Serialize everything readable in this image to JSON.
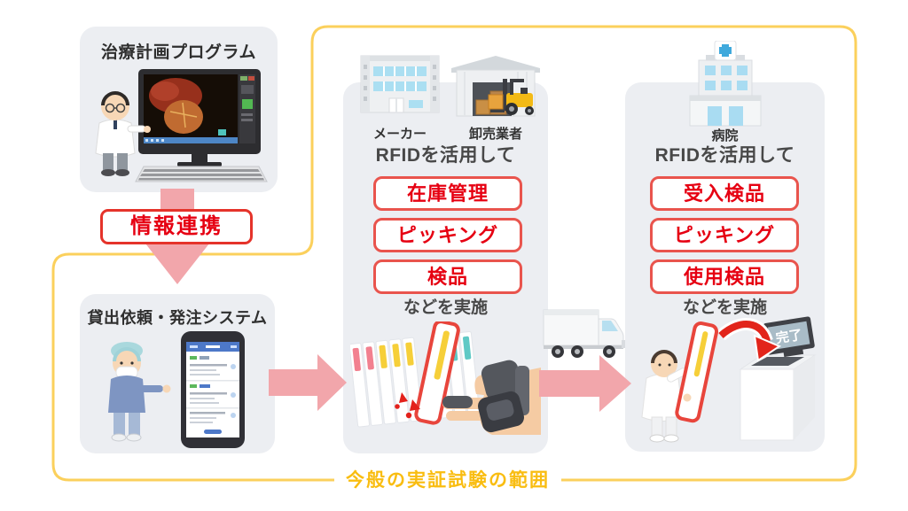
{
  "colors": {
    "accent_red": "#E60012",
    "task_border_red": "#E9544D",
    "info_border_red": "#E5332A",
    "arrow_pink": "#F2A6AB",
    "scope_border_yellow": "#FBD05C",
    "scope_text_yellow": "#F9BD11",
    "panel_gray": "#ECEEF2",
    "stripe_pink": "#F2808F",
    "stripe_yellow": "#F6CF39",
    "stripe_teal": "#5FC9C5"
  },
  "program_panel": {
    "title": "治療計画プログラム"
  },
  "info_link_label": "情報連携",
  "order_panel": {
    "title": "貸出依頼・発注システム"
  },
  "supplier_panel": {
    "maker_label": "メーカー",
    "wholesaler_label": "卸売業者",
    "rfid_heading": "RFIDを活用して",
    "tasks": [
      "在庫管理",
      "ピッキング",
      "検品"
    ],
    "tasks_suffix": "などを実施"
  },
  "hospital_panel": {
    "name": "病院",
    "rfid_heading": "RFIDを活用して",
    "tasks": [
      "受入検品",
      "ピッキング",
      "使用検品"
    ],
    "tasks_suffix": "などを実施",
    "terminal_screen_text": "完了"
  },
  "scope_label": "今般の実証試験の範囲",
  "icons": [
    "doctor-computer-illustration",
    "nurse-smartphone-illustration",
    "factory-icon",
    "warehouse-forklift-icon",
    "hospital-icon",
    "truck-icon",
    "rfid-glove-scan-illustration",
    "staff-terminal-illustration"
  ]
}
